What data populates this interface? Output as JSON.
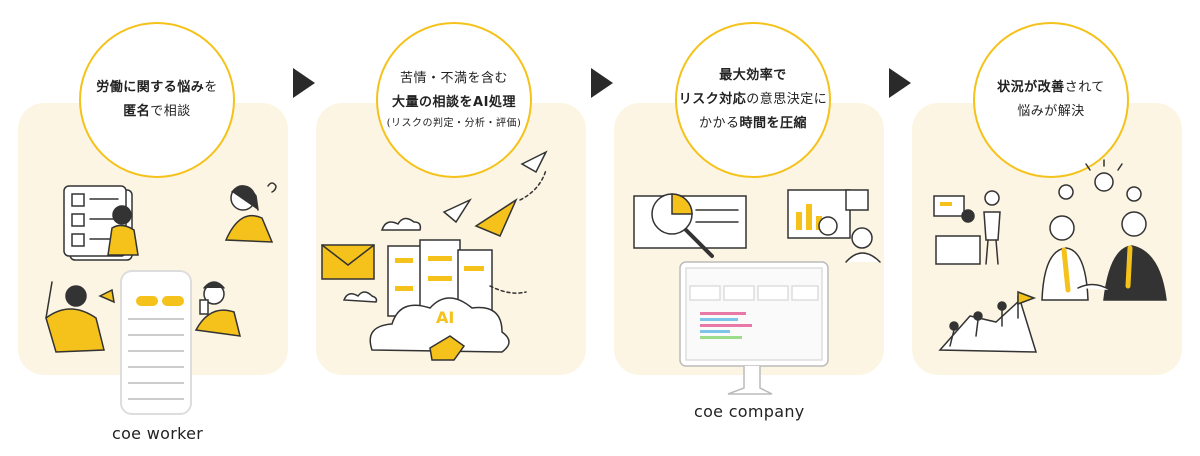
{
  "steps": [
    {
      "lines": [
        [
          {
            "t": "労働に関する悩み",
            "b": true
          },
          {
            "t": "を",
            "b": false
          }
        ],
        [
          {
            "t": "匿名",
            "b": true
          },
          {
            "t": "で相談",
            "b": false
          }
        ]
      ],
      "note": ""
    },
    {
      "lines": [
        [
          {
            "t": "苦情・不満を含む",
            "b": false
          }
        ],
        [
          {
            "t": "大量の相談をAI処理",
            "b": true
          }
        ]
      ],
      "note": "(リスクの判定・分析・評価)"
    },
    {
      "lines": [
        [
          {
            "t": "最大効率で",
            "b": true
          }
        ],
        [
          {
            "t": "リスク対応",
            "b": true
          },
          {
            "t": "の意思決定に",
            "b": false
          }
        ],
        [
          {
            "t": "かかる",
            "b": false
          },
          {
            "t": "時間を圧縮",
            "b": true
          }
        ]
      ],
      "note": ""
    },
    {
      "lines": [
        [
          {
            "t": "状況が改善",
            "b": true
          },
          {
            "t": "されて",
            "b": false
          }
        ],
        [
          {
            "t": "悩みが解決",
            "b": false
          }
        ]
      ],
      "note": ""
    }
  ],
  "captions": {
    "worker": "coe worker",
    "company": "coe company"
  },
  "ai_label": "AI",
  "colors": {
    "accent": "#f4c21a",
    "panel": "#fdf5e3",
    "arrow": "#2a2a2a",
    "line": "#333333"
  },
  "icons": [
    "lightbulb-icon",
    "paper-plane-icon",
    "envelope-icon",
    "magnifier-icon",
    "flag-icon",
    "cloud-icon"
  ]
}
